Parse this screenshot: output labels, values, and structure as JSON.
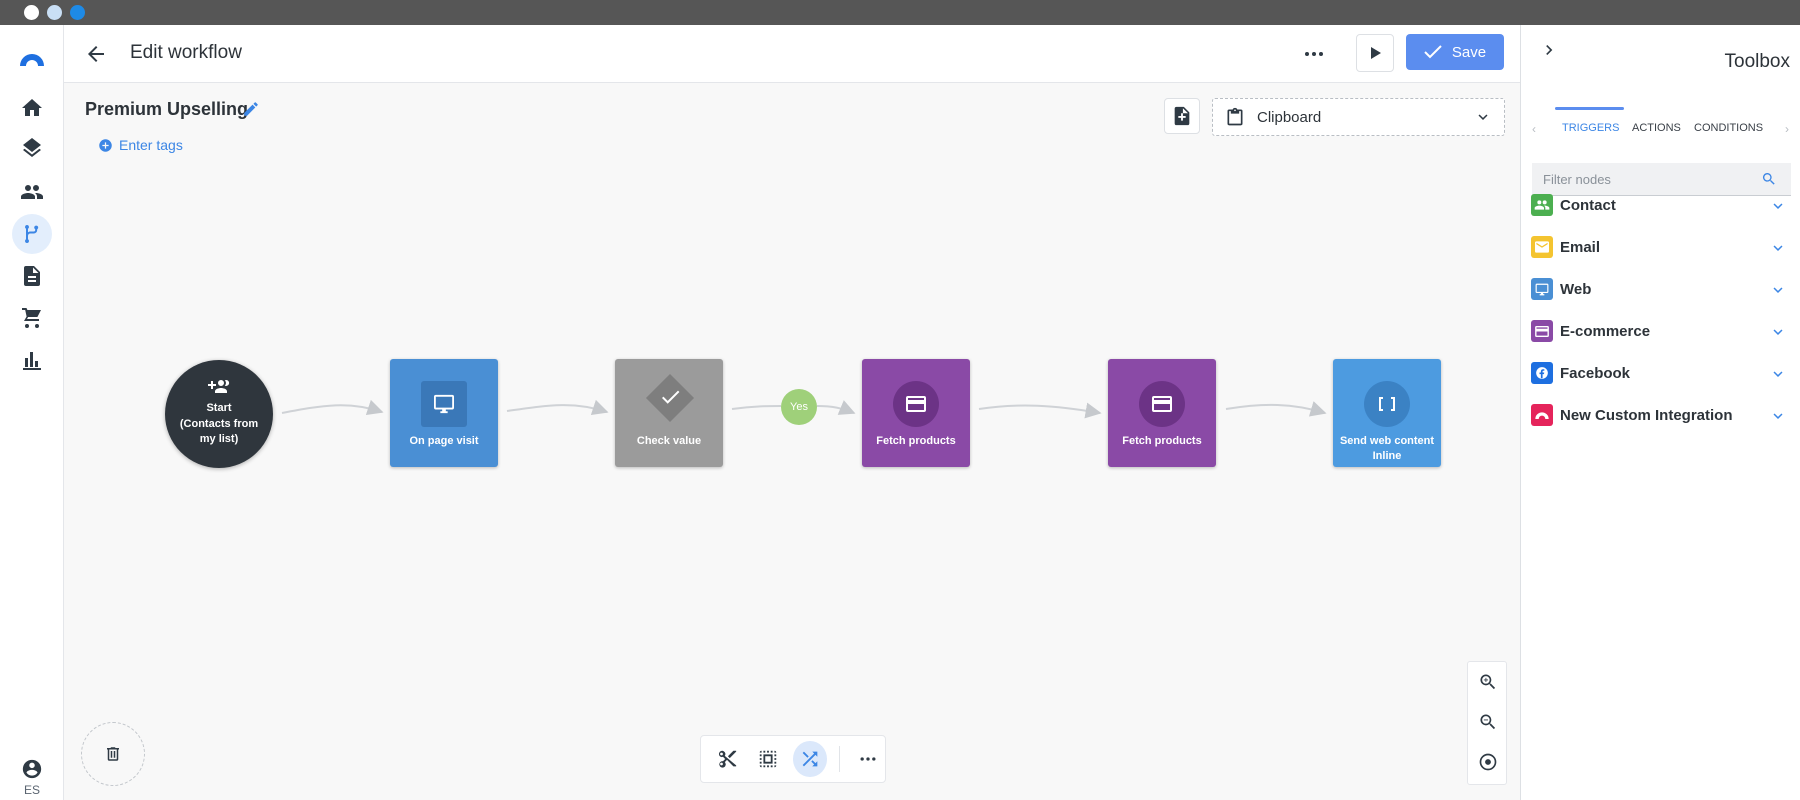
{
  "colors": {
    "accent": "#5b8def",
    "start_node": "#2f363d",
    "page_node": "#4a8fd4",
    "check_node": "#9b9b9b",
    "commerce_node": "#8a4aa6",
    "web_node": "#4d9be0",
    "yes_badge": "#9fd07a"
  },
  "header": {
    "title": "Edit workflow",
    "save_label": "Save"
  },
  "workflow": {
    "name": "Premium Upselling",
    "tags_label": "Enter tags",
    "clipboard_label": "Clipboard"
  },
  "nodes": {
    "start": {
      "line1": "Start",
      "line2": "(Contacts from my list)"
    },
    "page_visit": "On page visit",
    "check_value": "Check value",
    "yes": "Yes",
    "fetch1": "Fetch products",
    "fetch2": "Fetch products",
    "web_content": "Send web content Inline"
  },
  "nav": {
    "lang": "ES"
  },
  "toolbox": {
    "title": "Toolbox",
    "tabs": [
      "TRIGGERS",
      "ACTIONS",
      "CONDITIONS"
    ],
    "filter_placeholder": "Filter nodes",
    "categories": [
      "Contact",
      "Email",
      "Web",
      "E-commerce",
      "Facebook",
      "New Custom Integration"
    ]
  }
}
